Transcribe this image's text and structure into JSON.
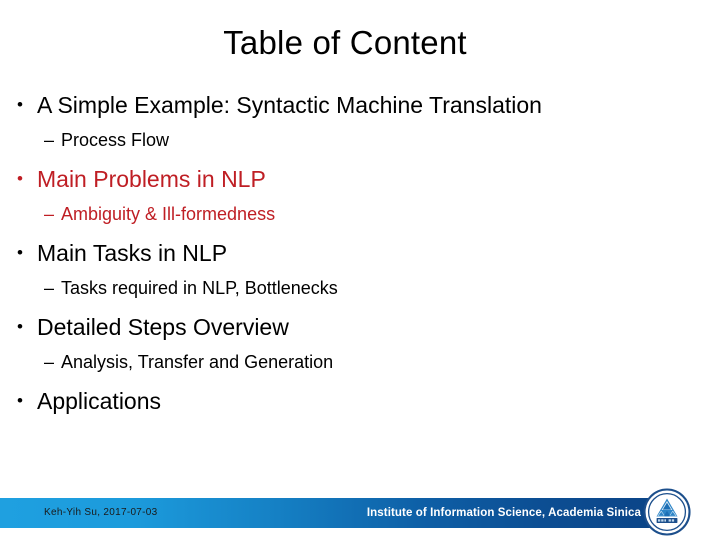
{
  "slide": {
    "title": "Table of Content",
    "outline": [
      {
        "level": 1,
        "bullet": "•",
        "text": "A Simple Example: Syntactic Machine Translation",
        "color": "black"
      },
      {
        "level": 2,
        "bullet": "–",
        "text": "Process Flow",
        "color": "black"
      },
      {
        "level": 1,
        "bullet": "•",
        "text": "Main Problems in NLP",
        "color": "red"
      },
      {
        "level": 2,
        "bullet": "–",
        "text": "Ambiguity & Ill-formedness",
        "color": "red"
      },
      {
        "level": 1,
        "bullet": "•",
        "text": "Main Tasks in NLP",
        "color": "black"
      },
      {
        "level": 2,
        "bullet": "–",
        "text": "Tasks required in NLP, Bottlenecks",
        "color": "black"
      },
      {
        "level": 1,
        "bullet": "•",
        "text": "Detailed Steps Overview",
        "color": "black"
      },
      {
        "level": 2,
        "bullet": "–",
        "text": "Analysis, Transfer and Generation",
        "color": "black"
      },
      {
        "level": 1,
        "bullet": "•",
        "text": "Applications",
        "color": "black"
      }
    ]
  },
  "footer": {
    "author": "Keh-Yih Su,  2017-07-03",
    "institute": "Institute of Information Science, Academia Sinica",
    "logo_name": "academia-sinica-seal-logo"
  },
  "colors": {
    "highlight_red": "#BF1E24",
    "text_black": "#000000",
    "bar_left_blue": "#1FA0E0",
    "bar_right_blue": "#0B4487",
    "logo_blue": "#1C6FB5",
    "background": "#FFFFFF"
  }
}
